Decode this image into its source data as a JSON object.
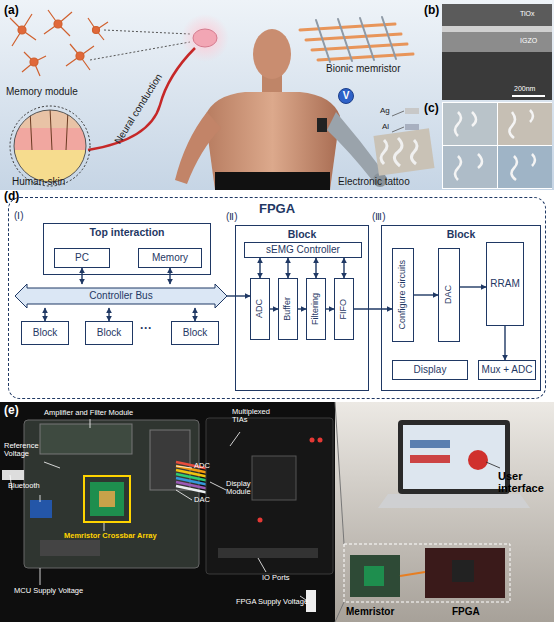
{
  "diagram": {
    "nodes": [
      {
        "text": [
          "V"
        ]
      },
      {
        "text": [
          "FPGA"
        ]
      },
      {
        "text": [
          "Top interaction"
        ],
        "in": 1
      },
      {
        "text": [
          "PC"
        ],
        "in": 2
      },
      {
        "text": [
          "Memory"
        ],
        "in": 2
      },
      {
        "text": [
          "Controller Bus"
        ],
        "in": 1
      },
      {
        "text": [
          "Block"
        ],
        "in": 1
      },
      {
        "text": [
          "Block"
        ],
        "in": 1
      },
      {
        "text": [
          "Block"
        ],
        "in": 1
      },
      {
        "text": [
          "Block"
        ],
        "in": 1
      },
      {
        "text": [
          "sEMG Controller"
        ],
        "in": 9
      },
      {
        "text": [
          "ADC"
        ],
        "in": 9
      },
      {
        "text": [
          "Buffer"
        ],
        "in": 9
      },
      {
        "text": [
          "Filtering"
        ],
        "in": 9
      },
      {
        "text": [
          "FIFO"
        ],
        "in": 9
      },
      {
        "text": [
          "Block"
        ],
        "in": 1
      },
      {
        "text": [
          "Configure circuits"
        ],
        "in": 15
      },
      {
        "text": [
          "DAC"
        ],
        "in": 15
      },
      {
        "text": [
          "RRAM"
        ],
        "in": 15
      },
      {
        "text": [
          "Display"
        ],
        "in": 15
      },
      {
        "text": [
          "Mux + ADC"
        ],
        "in": 15
      }
    ],
    "edges": [
      {
        "from": 3,
        "to": 5,
        "arrow": "both"
      },
      {
        "from": 4,
        "to": 5,
        "arrow": "both"
      },
      {
        "from": 5,
        "to": 6,
        "arrow": "both"
      },
      {
        "from": 5,
        "to": 7,
        "arrow": "both"
      },
      {
        "from": 5,
        "to": 8,
        "arrow": "both"
      },
      {
        "from": 5,
        "to": 11,
        "arrow": "to"
      },
      {
        "from": 11,
        "to": 12,
        "arrow": "to"
      },
      {
        "from": 12,
        "to": 13,
        "arrow": "to"
      },
      {
        "from": 13,
        "to": 14,
        "arrow": "to"
      },
      {
        "from": 14,
        "to": 16,
        "arrow": "to"
      },
      {
        "from": 16,
        "to": 17,
        "arrow": "to"
      },
      {
        "from": 17,
        "to": 18,
        "arrow": "to"
      },
      {
        "from": 18,
        "to": 20,
        "arrow": "to"
      },
      {
        "from": 10,
        "to": 11,
        "arrow": "both"
      },
      {
        "from": 10,
        "to": 12,
        "arrow": "both"
      },
      {
        "from": 10,
        "to": 13,
        "arrow": "both"
      },
      {
        "from": 10,
        "to": 14,
        "arrow": "both"
      }
    ],
    "labels": [
      "(a)",
      "Memory module",
      "Neural conduction",
      "Human-skin",
      "Bionic memristor",
      "Ag",
      "Al",
      "Electronic tattoo",
      "(b)",
      "TiOx",
      "IGZO",
      "200nm",
      "(c)",
      "(d)",
      "(Ⅰ)",
      "···",
      "(Ⅱ)",
      "(Ⅲ)",
      "(e)",
      "Amplifier and Filter Module",
      "Multiplexed TIAs",
      "Reference Voltage",
      "ADC",
      "Bluetooth",
      "Memristor Crossbar Array",
      "DAC",
      "Display Module",
      "MCU Supply Voltage",
      "IO Ports",
      "FPGA Supply Voltage",
      "User interface",
      "Memristor",
      "FPGA"
    ]
  }
}
